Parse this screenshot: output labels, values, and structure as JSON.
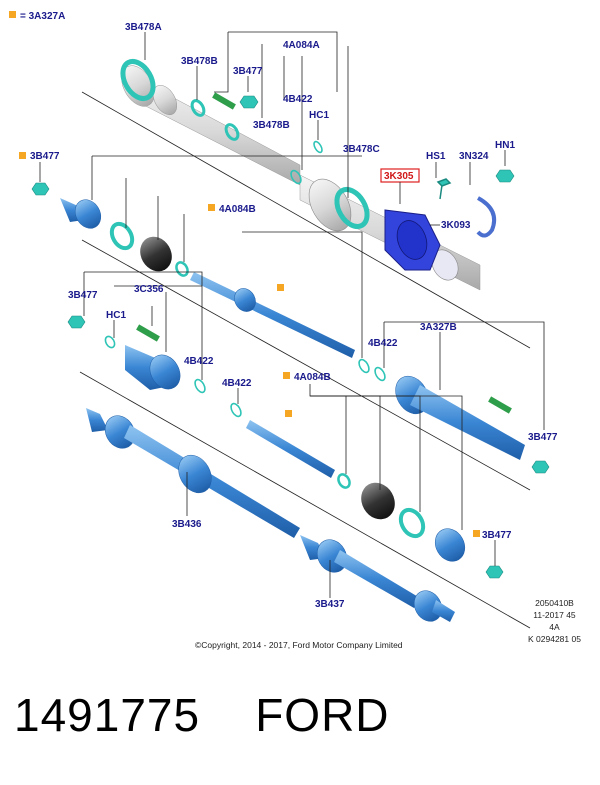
{
  "legend": {
    "marker_color": "#f5a623",
    "text": "= 3A327A"
  },
  "labels": {
    "l_3b478a": "3B478A",
    "l_3b478b_top": "3B478B",
    "l_3b477_top": "3B477",
    "l_4a084a": "4A084A",
    "l_4b422_top": "4B422",
    "l_hc1_top": "HC1",
    "l_3b478b_mid": "3B478B",
    "l_3b478c": "3B478C",
    "l_hs1": "HS1",
    "l_3n324": "3N324",
    "l_hn1": "HN1",
    "l_3k305": "3K305",
    "l_3k093": "3K093",
    "l_3b477_left": "3B477",
    "l_4a084b_mid": "4A084B",
    "l_3b477_left2": "3B477",
    "l_3c356": "3C356",
    "l_hc1_left": "HC1",
    "l_4b422_left": "4B422",
    "l_3a327b": "3A327B",
    "l_4b422_right": "4B422",
    "l_4b422_low": "4B422",
    "l_4a084b_low": "4A084B",
    "l_3b477_right": "3B477",
    "l_3b436": "3B436",
    "l_3b477_lowright": "3B477",
    "l_3b437": "3B437"
  },
  "footer": {
    "copyright": "©Copyright, 2014 - 2017, Ford Motor Company Limited",
    "ref_lines": [
      "2050410B",
      "11-2017 45",
      "4A",
      "K 0294281 05"
    ]
  },
  "caption": "1491775    FORD",
  "colors": {
    "part_blue": "#3a86d4",
    "part_cyan": "#2ec4b6",
    "highlight_blue": "#2233cc",
    "label": "#1a1a8c",
    "callout_box": "#e02020",
    "boot_dark": "#333333",
    "clip_green": "#2e9e4a",
    "grey_part": "#cfcfcf"
  }
}
